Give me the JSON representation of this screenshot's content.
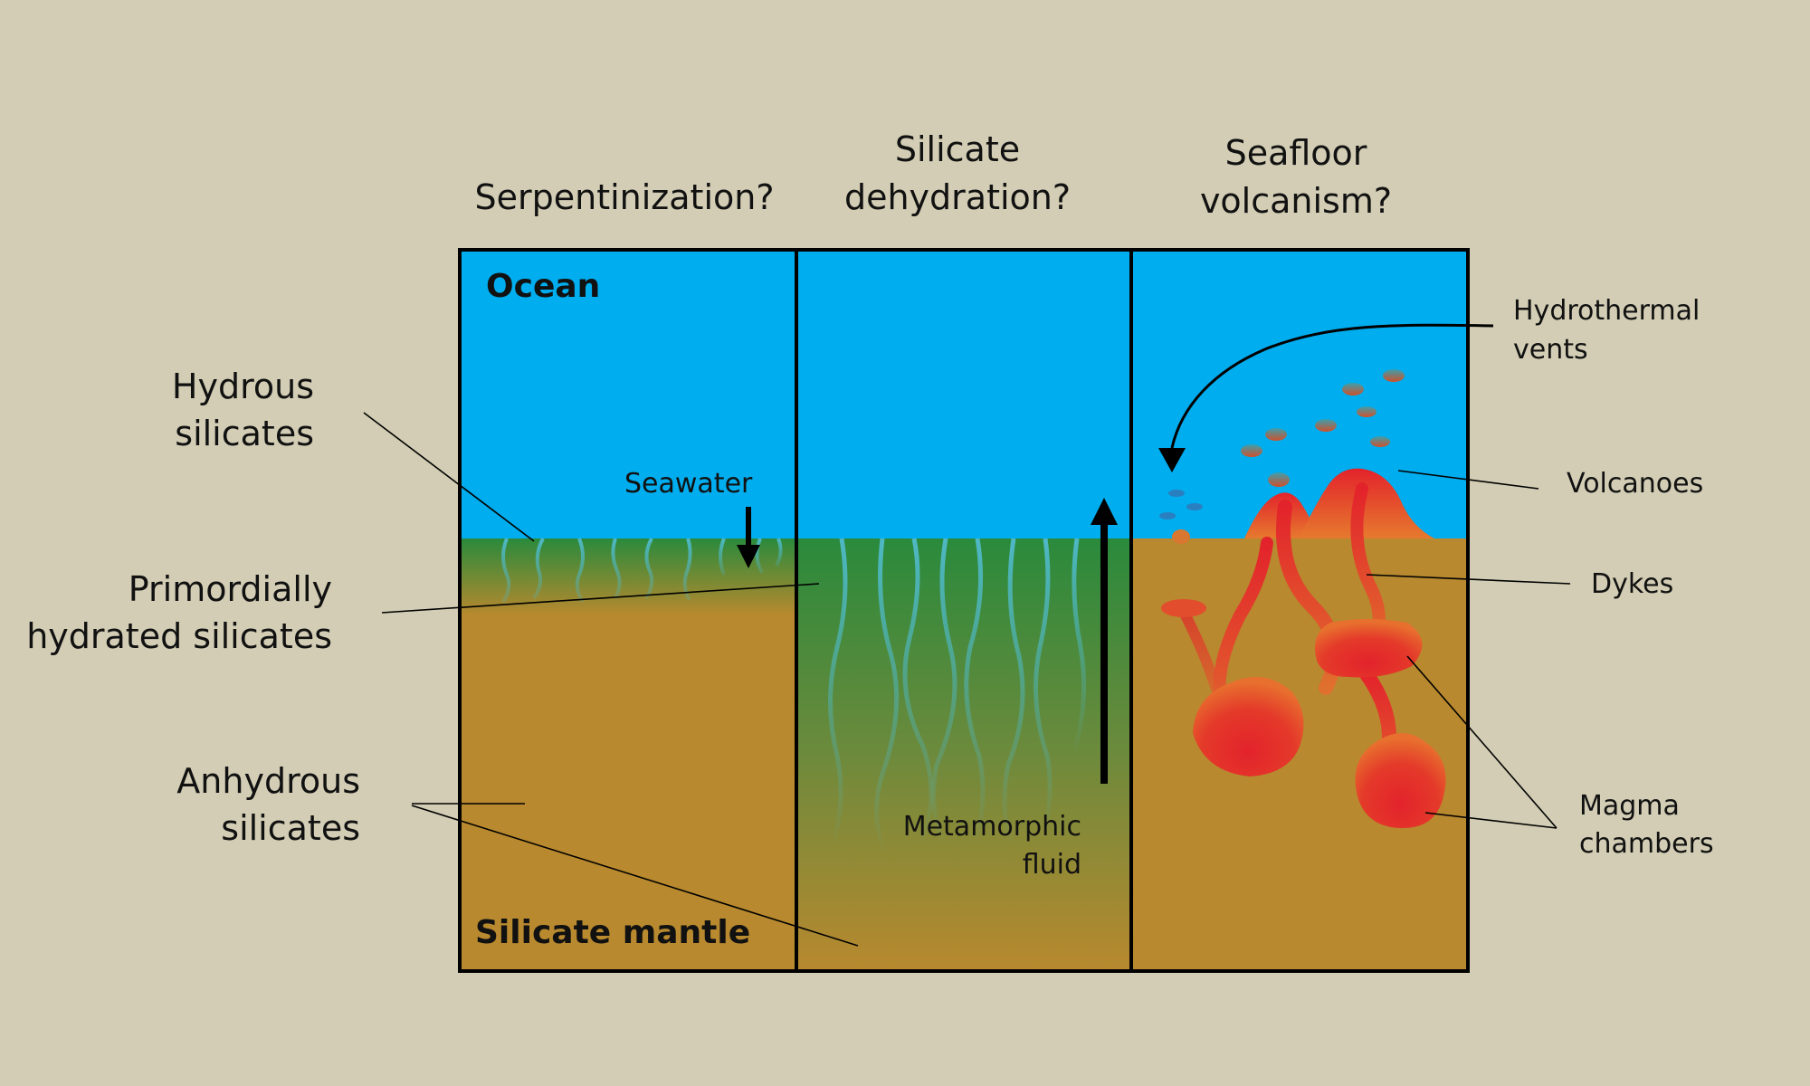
{
  "columns": [
    {
      "title_lines": [
        "",
        "Serpentinization?"
      ]
    },
    {
      "title_lines": [
        "Silicate",
        "dehydration?"
      ]
    },
    {
      "title_lines": [
        "Seafloor",
        "volcanism?"
      ]
    }
  ],
  "inner_labels": {
    "ocean": "Ocean",
    "mantle": "Silicate mantle",
    "seawater": "Seawater",
    "metamorphic_fluid": [
      "Metamorphic",
      "fluid"
    ]
  },
  "left_labels": {
    "hydrous": [
      "Hydrous",
      "silicates"
    ],
    "primordial": [
      "Primordially",
      "hydrated silicates"
    ],
    "anhydrous": [
      "Anhydrous",
      "silicates"
    ]
  },
  "right_labels": {
    "vents": [
      "Hydrothermal",
      "vents"
    ],
    "volcanoes": "Volcanoes",
    "dykes": "Dykes",
    "magma": [
      "Magma",
      "chambers"
    ]
  },
  "colors": {
    "background": "#d2cdb4",
    "ocean": "#00adee",
    "mantle": "#b8892e",
    "hydrated": "#2a8a3c",
    "veins": "#4fb8c4",
    "magma": "#e3232b"
  }
}
